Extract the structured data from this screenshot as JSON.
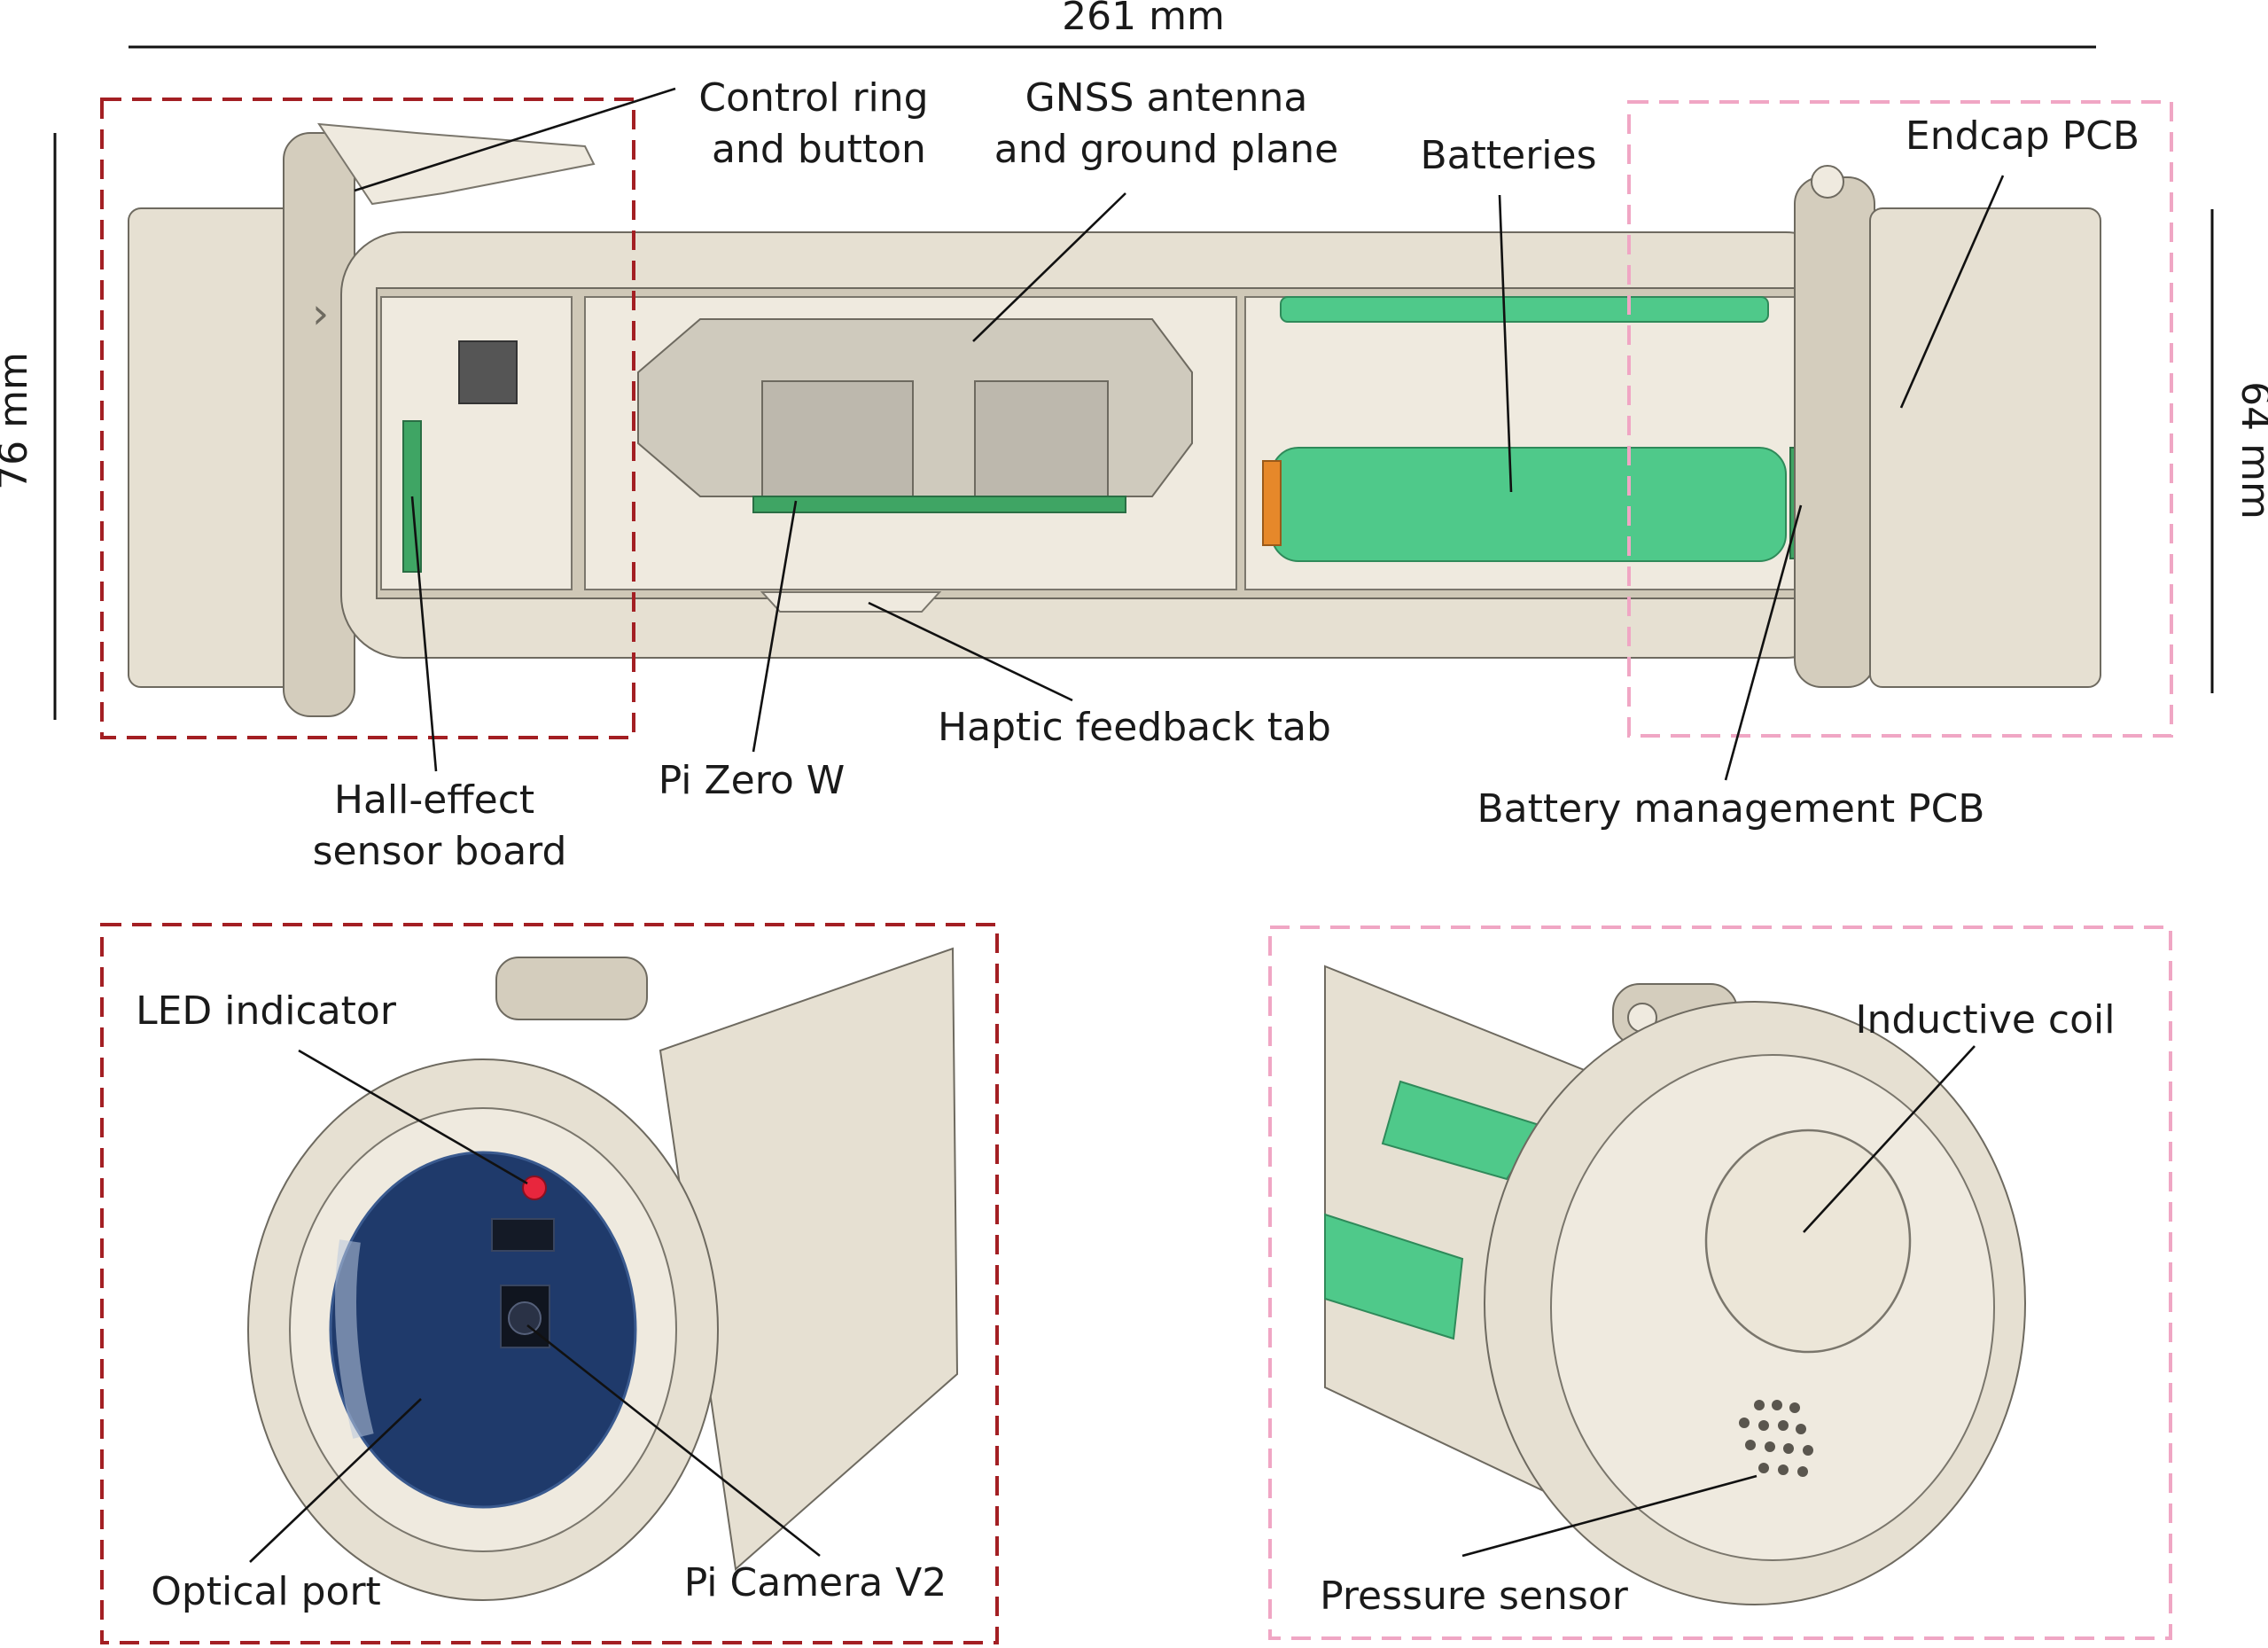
{
  "colors": {
    "red_frame": "#a31f23",
    "pink_frame": "#f0a6c4",
    "battery_green": "#4fc98a",
    "pcb_green": "#3fa564",
    "housing_beige": "#e6e0d2",
    "optical_blue": "#1f3a6b",
    "led_red": "#e8263d"
  },
  "dimensions": {
    "length": "261 mm",
    "outer_diameter": "76 mm",
    "inner_diameter": "64 mm"
  },
  "labels": {
    "control_ring_1": "Control ring",
    "control_ring_2": "and button",
    "gnss_1": "GNSS antenna",
    "gnss_2": "and ground plane",
    "batteries": "Batteries",
    "endcap_pcb": "Endcap PCB",
    "hall_1": "Hall-effect",
    "hall_2": "sensor board",
    "pi_zero": "Pi Zero W",
    "haptic": "Haptic feedback tab",
    "battery_mgmt": "Battery management PCB",
    "led": "LED indicator",
    "optical_port": "Optical port",
    "pi_camera": "Pi Camera V2",
    "inductive_coil": "Inductive coil",
    "pressure_sensor": "Pressure sensor"
  }
}
